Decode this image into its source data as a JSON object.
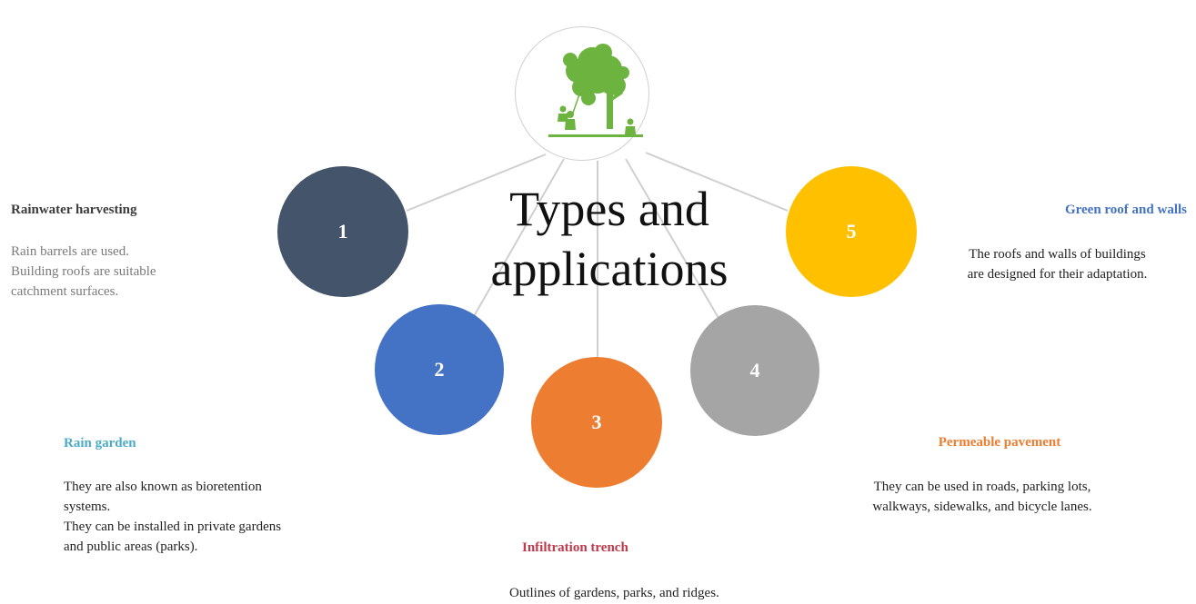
{
  "center": {
    "title_line1": "Types and",
    "title_line2": "applications",
    "icon": "tree-with-children-icon"
  },
  "items": [
    {
      "number": "1",
      "color": "#44546a",
      "title": "Rainwater harvesting",
      "title_color": "#3b3b3b",
      "description": "Rain barrels are used.\nBuilding  roofs are suitable\ncatchment surfaces."
    },
    {
      "number": "2",
      "color": "#4472c4",
      "title": "Rain garden",
      "title_color": "#4bacc6",
      "description": "They are also known as bioretention\nsystems.\nThey can be installed  in private gardens\nand public areas (parks)."
    },
    {
      "number": "3",
      "color": "#ed7d31",
      "title": "Infiltration trench",
      "title_color": "#c0394b",
      "description": "Outlines  of gardens, parks, and ridges."
    },
    {
      "number": "4",
      "color": "#a5a5a5",
      "title": "Permeable pavement",
      "title_color": "#ed7d31",
      "description": "They can be used in roads, parking lots,\nwalkways,  sidewalks,  and bicycle lanes."
    },
    {
      "number": "5",
      "color": "#ffc000",
      "title": "Green roof and walls",
      "title_color": "#4472c4",
      "description": "The roofs and walls  of buildings\nare designed  for their  adaptation."
    }
  ]
}
